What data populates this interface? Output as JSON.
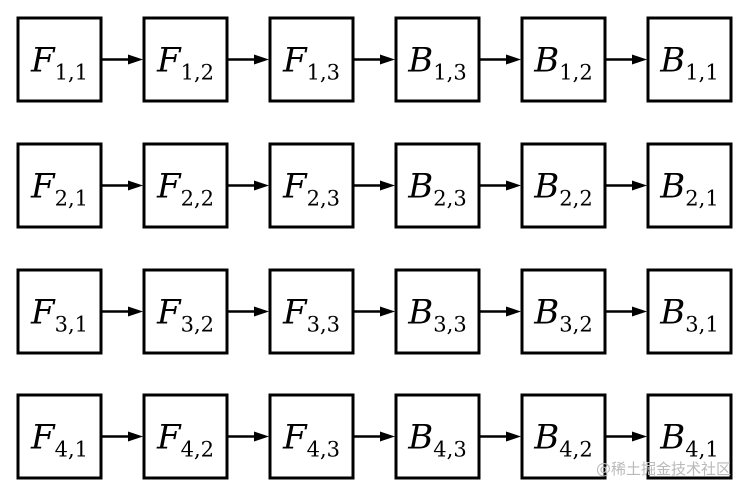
{
  "rows": [
    [
      {
        "letter": "F",
        "sub": "1,1"
      },
      {
        "letter": "F",
        "sub": "1,2"
      },
      {
        "letter": "F",
        "sub": "1,3"
      },
      {
        "letter": "B",
        "sub": "1,3"
      },
      {
        "letter": "B",
        "sub": "1,2"
      },
      {
        "letter": "B",
        "sub": "1,1"
      }
    ],
    [
      {
        "letter": "F",
        "sub": "2,1"
      },
      {
        "letter": "F",
        "sub": "2,2"
      },
      {
        "letter": "F",
        "sub": "2,3"
      },
      {
        "letter": "B",
        "sub": "2,3"
      },
      {
        "letter": "B",
        "sub": "2,2"
      },
      {
        "letter": "B",
        "sub": "2,1"
      }
    ],
    [
      {
        "letter": "F",
        "sub": "3,1"
      },
      {
        "letter": "F",
        "sub": "3,2"
      },
      {
        "letter": "F",
        "sub": "3,3"
      },
      {
        "letter": "B",
        "sub": "3,3"
      },
      {
        "letter": "B",
        "sub": "3,2"
      },
      {
        "letter": "B",
        "sub": "3,1"
      }
    ],
    [
      {
        "letter": "F",
        "sub": "4,1"
      },
      {
        "letter": "F",
        "sub": "4,2"
      },
      {
        "letter": "F",
        "sub": "4,3"
      },
      {
        "letter": "B",
        "sub": "4,3"
      },
      {
        "letter": "B",
        "sub": "4,2"
      },
      {
        "letter": "B",
        "sub": "4,1"
      }
    ]
  ],
  "watermark": "@稀土掘金技术社区",
  "colors": {
    "stroke": "#000000",
    "background": "#ffffff",
    "watermark": "#b9b9b9"
  }
}
